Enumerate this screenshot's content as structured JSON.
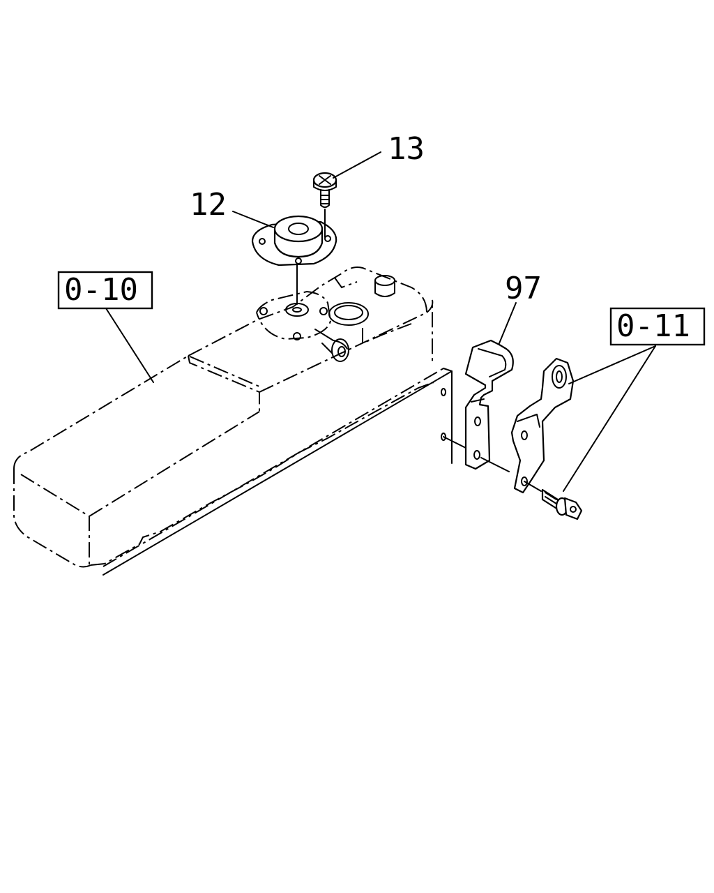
{
  "callouts": [
    {
      "id": "13",
      "text": "13"
    },
    {
      "id": "12",
      "text": "12"
    },
    {
      "id": "97",
      "text": "97"
    }
  ],
  "references": [
    {
      "id": "0-10",
      "text": "0-10"
    },
    {
      "id": "0-11",
      "text": "0-11"
    }
  ]
}
